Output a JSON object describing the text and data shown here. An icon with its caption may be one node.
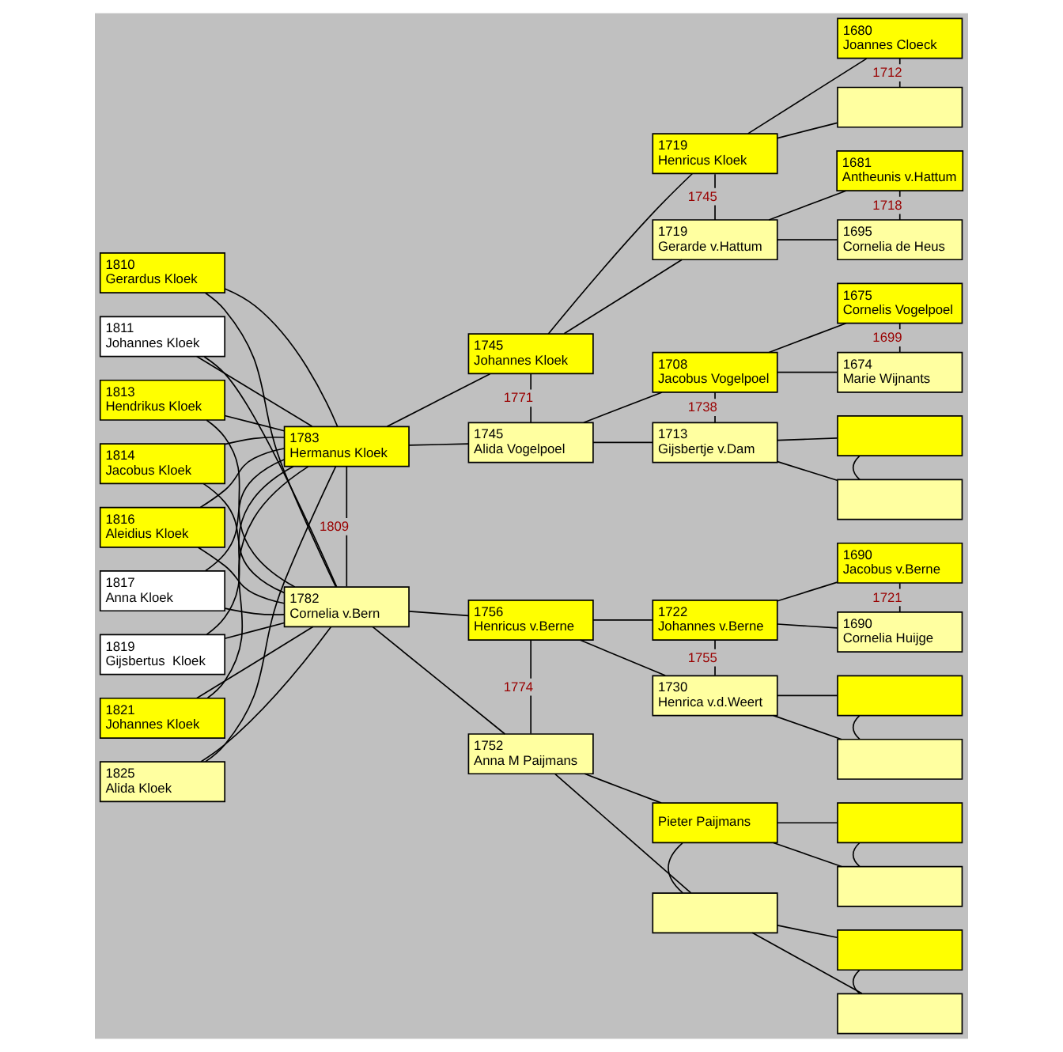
{
  "diagram": {
    "nodes": [
      {
        "text": [
          "1810",
          "Gerardus Kloek"
        ]
      },
      {
        "text": [
          "1811",
          "Johannes Kloek"
        ]
      },
      {
        "text": [
          "1813",
          "Hendrikus Kloek"
        ]
      },
      {
        "text": [
          "1814",
          "Jacobus Kloek"
        ]
      },
      {
        "text": [
          "1816",
          "Aleidius Kloek"
        ]
      },
      {
        "text": [
          "1817",
          "Anna Kloek"
        ]
      },
      {
        "text": [
          "1819",
          "Gijsbertus  Kloek"
        ]
      },
      {
        "text": [
          "1821",
          "Johannes Kloek"
        ]
      },
      {
        "text": [
          "1825",
          "Alida Kloek"
        ]
      },
      {
        "text": [
          "1783",
          "Hermanus Kloek"
        ]
      },
      {
        "text": [
          "1782",
          "Cornelia v.Bern"
        ]
      },
      {
        "text": [
          "1745",
          "Johannes Kloek"
        ]
      },
      {
        "text": [
          "1745",
          "Alida Vogelpoel"
        ]
      },
      {
        "text": [
          "1756",
          "Henricus v.Berne"
        ]
      },
      {
        "text": [
          "1752",
          "Anna M Paijmans"
        ]
      },
      {
        "text": [
          "1719",
          "Henricus Kloek"
        ]
      },
      {
        "text": [
          "1719",
          "Gerarde v.Hattum"
        ]
      },
      {
        "text": [
          "1708",
          "Jacobus Vogelpoel"
        ]
      },
      {
        "text": [
          "1713",
          "Gijsbertje v.Dam"
        ]
      },
      {
        "text": [
          "1722",
          "Johannes v.Berne"
        ]
      },
      {
        "text": [
          "1730",
          "Henrica v.d.Weert"
        ]
      },
      {
        "text": [
          "Pieter Paijmans"
        ]
      },
      {
        "text": [],
        "shape": "box"
      },
      {
        "text": [
          "1680",
          "Joannes Cloeck"
        ]
      },
      {
        "text": [],
        "shape": "box"
      },
      {
        "text": [
          "1681",
          "Antheunis v.Hattum"
        ]
      },
      {
        "text": [
          "1695",
          "Cornelia de Heus"
        ]
      },
      {
        "text": [
          "1675",
          "Cornelis Vogelpoel"
        ]
      },
      {
        "text": [
          "1674",
          "Marie Wijnants"
        ]
      },
      {
        "text": [],
        "shape": "box"
      },
      {
        "text": [],
        "shape": "box"
      },
      {
        "text": [
          "1690",
          "Jacobus v.Berne"
        ]
      },
      {
        "text": [
          "1690",
          "Cornelia Huijge"
        ]
      },
      {
        "text": [],
        "shape": "box"
      },
      {
        "text": [],
        "shape": "box"
      },
      {
        "text": [],
        "shape": "box"
      },
      {
        "text": [],
        "shape": "box"
      },
      {
        "text": [],
        "shape": "box"
      },
      {
        "text": [],
        "shape": "box"
      }
    ],
    "edges": [
      {
        "from": 9,
        "to": 10,
        "arrow": "none",
        "label": "1809"
      },
      {
        "from": 0,
        "to": 9,
        "arrow": "none"
      },
      {
        "from": 0,
        "to": 10,
        "arrow": "none"
      },
      {
        "from": 1,
        "to": 9,
        "arrow": "none"
      },
      {
        "from": 1,
        "to": 10,
        "arrow": "none"
      },
      {
        "from": 2,
        "to": 9,
        "arrow": "none"
      },
      {
        "from": 2,
        "to": 10,
        "arrow": "none"
      },
      {
        "from": 3,
        "to": 9,
        "arrow": "none"
      },
      {
        "from": 3,
        "to": 10,
        "arrow": "none"
      },
      {
        "from": 4,
        "to": 9,
        "arrow": "none"
      },
      {
        "from": 4,
        "to": 10,
        "arrow": "none"
      },
      {
        "from": 5,
        "to": 9,
        "arrow": "none"
      },
      {
        "from": 5,
        "to": 10,
        "arrow": "none"
      },
      {
        "from": 6,
        "to": 9,
        "arrow": "none"
      },
      {
        "from": 6,
        "to": 10,
        "arrow": "none"
      },
      {
        "from": 7,
        "to": 9,
        "arrow": "none"
      },
      {
        "from": 7,
        "to": 10,
        "arrow": "none"
      },
      {
        "from": 8,
        "to": 9,
        "arrow": "none"
      },
      {
        "from": 8,
        "to": 10,
        "arrow": "none"
      },
      {
        "from": 11,
        "to": 12,
        "arrow": "none",
        "label": "1771"
      },
      {
        "from": 9,
        "to": 11,
        "arrow": "none"
      },
      {
        "from": 9,
        "to": 12,
        "arrow": "none"
      },
      {
        "from": 13,
        "to": 14,
        "arrow": "none",
        "label": "1774"
      },
      {
        "from": 10,
        "to": 13,
        "arrow": "none"
      },
      {
        "from": 10,
        "to": 14,
        "arrow": "none"
      },
      {
        "from": 15,
        "to": 16,
        "arrow": "none",
        "label": "1745"
      },
      {
        "from": 11,
        "to": 15,
        "arrow": "none"
      },
      {
        "from": 11,
        "to": 16,
        "arrow": "none"
      },
      {
        "from": 17,
        "to": 18,
        "arrow": "none",
        "label": "1738"
      },
      {
        "from": 12,
        "to": 17,
        "arrow": "none"
      },
      {
        "from": 12,
        "to": 18,
        "arrow": "none"
      },
      {
        "from": 19,
        "to": 20,
        "arrow": "none",
        "label": "1755"
      },
      {
        "from": 13,
        "to": 19,
        "arrow": "none"
      },
      {
        "from": 13,
        "to": 20,
        "arrow": "none"
      },
      {
        "from": 21,
        "to": 22,
        "arrow": "none"
      },
      {
        "from": 14,
        "to": 21,
        "arrow": "none"
      },
      {
        "from": 14,
        "to": 22,
        "arrow": "none"
      },
      {
        "from": 23,
        "to": 24,
        "arrow": "none",
        "label": "1712"
      },
      {
        "from": 15,
        "to": 23,
        "arrow": "none"
      },
      {
        "from": 15,
        "to": 24,
        "arrow": "none"
      },
      {
        "from": 25,
        "to": 26,
        "arrow": "none",
        "label": "1718"
      },
      {
        "from": 16,
        "to": 25,
        "arrow": "none"
      },
      {
        "from": 16,
        "to": 26,
        "arrow": "none"
      },
      {
        "from": 27,
        "to": 28,
        "arrow": "none",
        "label": "1699"
      },
      {
        "from": 17,
        "to": 27,
        "arrow": "none"
      },
      {
        "from": 17,
        "to": 28,
        "arrow": "none"
      },
      {
        "from": 29,
        "to": 30,
        "arrow": "none"
      },
      {
        "from": 18,
        "to": 29,
        "arrow": "none"
      },
      {
        "from": 18,
        "to": 30,
        "arrow": "none"
      },
      {
        "from": 31,
        "to": 32,
        "arrow": "none",
        "label": "1721"
      },
      {
        "from": 19,
        "to": 31,
        "arrow": "none"
      },
      {
        "from": 19,
        "to": 32,
        "arrow": "none"
      },
      {
        "from": 33,
        "to": 34,
        "arrow": "none"
      },
      {
        "from": 20,
        "to": 33,
        "arrow": "none"
      },
      {
        "from": 20,
        "to": 34,
        "arrow": "none"
      },
      {
        "from": 35,
        "to": 36,
        "arrow": "none"
      },
      {
        "from": 21,
        "to": 35,
        "arrow": "none"
      },
      {
        "from": 21,
        "to": 36,
        "arrow": "none"
      },
      {
        "from": 37,
        "to": 38,
        "arrow": "none"
      },
      {
        "from": 22,
        "to": 37,
        "arrow": "none"
      },
      {
        "from": 22,
        "to": 38,
        "arrow": "none"
      }
    ]
  }
}
